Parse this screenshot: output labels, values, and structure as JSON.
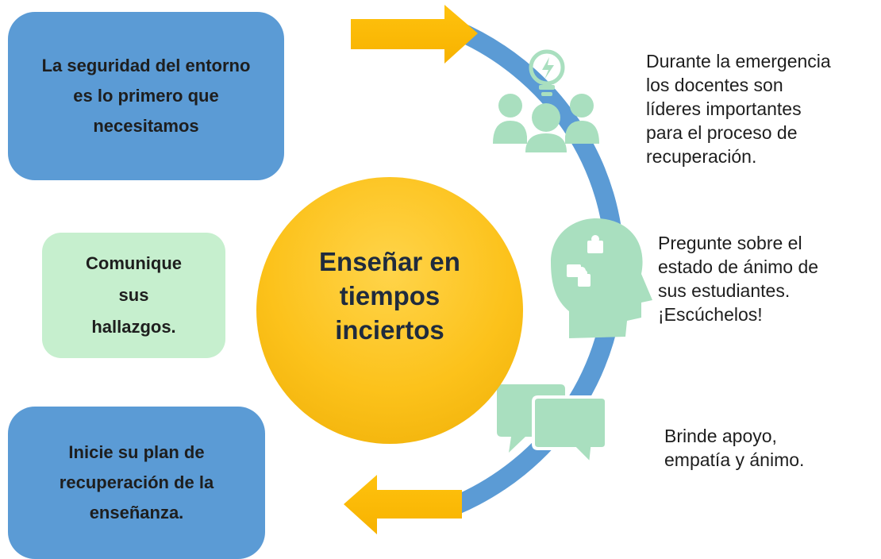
{
  "boxes": {
    "top": "La seguridad del entorno es lo primero que necesitamos",
    "middle": "Comunique\nsus\nhallazgos.",
    "bottom": "Inicie su plan de recuperación de la enseñanza."
  },
  "center": {
    "title": "Enseñar en\ntiempos\ninciertos"
  },
  "steps": [
    {
      "icon": "team-idea-icon",
      "text": "Durante la emergencia\nlos docentes son\nlíderes importantes\npara el proceso de\nrecuperación."
    },
    {
      "icon": "head-puzzle-icon",
      "text": "Pregunte sobre el\nestado de ánimo de\nsus estudiantes.\n¡Escúchelos!"
    },
    {
      "icon": "chat-bubbles-icon",
      "text": "Brinde apoyo,\nempatía y ánimo."
    }
  ],
  "colors": {
    "blue_box": "#5b9bd5",
    "green_box": "#c6efce",
    "arc": "#5b9bd5",
    "arrow": "#ffc000",
    "circle": "#fcc21b",
    "icon": "#a9dfbf"
  }
}
